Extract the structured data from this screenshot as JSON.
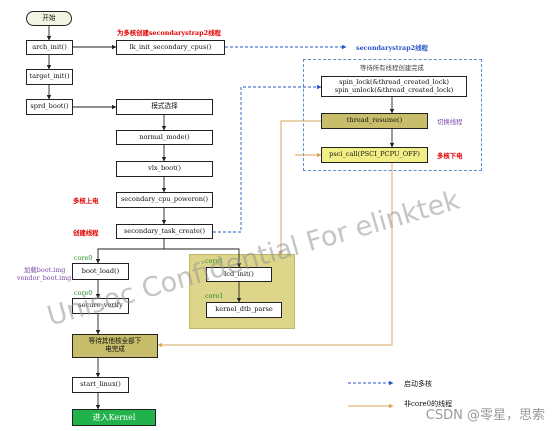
{
  "nodes": {
    "start": "开始",
    "arch_init": "arch_init()",
    "target_init": "target_init()",
    "sprd_boot": "sprd_boot()",
    "lk_init_secondary_cpus": "lk_init_secondary_cpus()",
    "mode_select": "模式选择",
    "normal_mode": "normal_mode()",
    "vlx_boot": "vlx_boot()",
    "secondary_cpu_poweron": "secondary_cpu_poweron()",
    "secondary_task_create": "secondary_task_create()",
    "boot_load": "boot_load()",
    "secure_verify": "secure_verify",
    "wait_others": "等待其他核全部下电完成",
    "start_linux": "start_linux()",
    "enter_kernel": "进入Kernel",
    "spin_lock": "spin_lock(&thread_created_lock)",
    "spin_unlock": "spin_unlock(&thread_created_lock)",
    "thread_resume": "thread_resume()",
    "psci_call": "psci_call(PSCI_PCPU_OFF)",
    "lcd_init": "lcd_init()",
    "kernel_dtb_parse": "kernel_dtb_parse"
  },
  "annotations": {
    "create_secondarystrap2": "为多核创建secondarystrap2线程",
    "secondarystrap2_thread": "secondarystrap2线程",
    "wait_all_threads": "等待所有线程创建完成",
    "switch_thread": "切换线程",
    "multicore_power_down": "多核下电",
    "multicore_power_up": "多核上电",
    "create_thread": "创建线程",
    "load_boot_img": "加载boot.img",
    "load_vendor_boot_img": "vendor_boot.img",
    "core0_a": "core0",
    "core0_b": "core0",
    "core1_a": "core1",
    "core1_b": "core1"
  },
  "legend": {
    "dashed_label": "启动多核",
    "solid_label": "非core0的线程"
  },
  "watermark": "Unisoc Confidential For elinktek",
  "credit": "CSDN @零星，思索",
  "colors": {
    "red_text": "#e00000",
    "blue_arrow": "#2a55c8",
    "orange_arrow": "#d9a55a",
    "olive_box": "#c8bd6a",
    "panel_fill": "#ddd68a",
    "yellow_box": "#f2ee86",
    "kernel_box": "#22b24c",
    "dashed_frame": "#5b8fc7"
  }
}
